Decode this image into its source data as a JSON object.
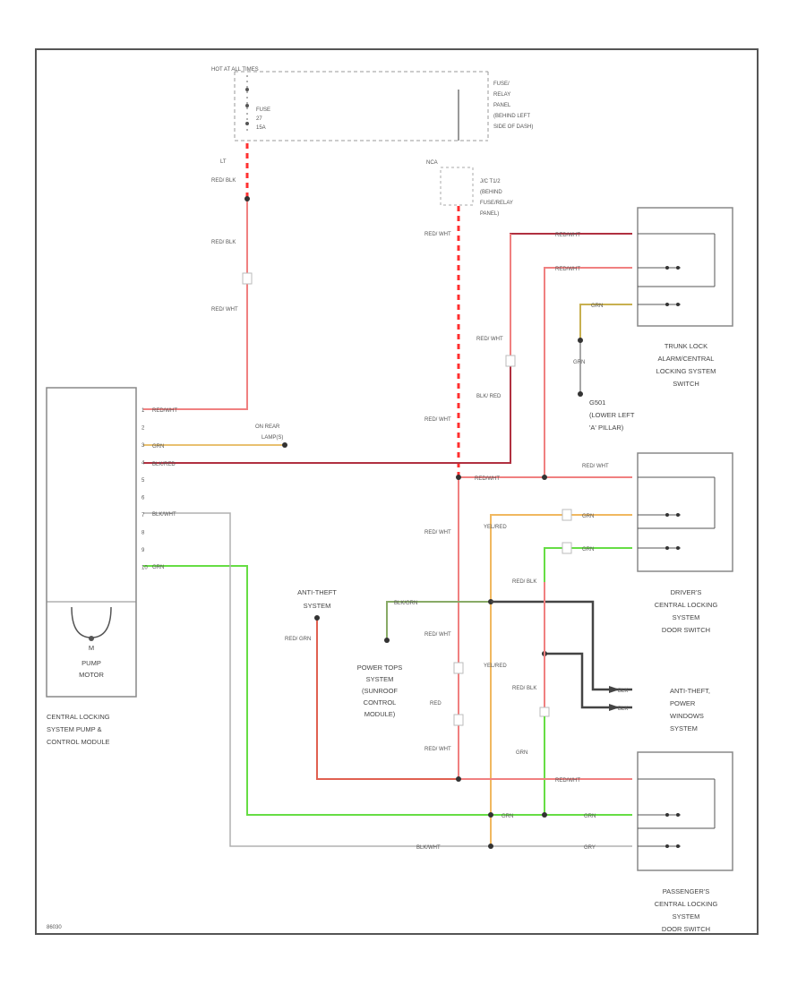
{
  "header": {
    "hot_label": "HOT AT ALL TIMES",
    "fuse_label_lines": [
      "FUSE",
      "27",
      "15A"
    ],
    "fuse_panel_lines": [
      "FUSE/",
      "RELAY",
      "PANEL",
      "(BEHIND LEFT",
      "SIDE OF DASH)"
    ],
    "relay_label": "NCA",
    "relay_panel_lines": [
      "J/C T1/2",
      "(BEHIND",
      "FUSE/RELAY",
      "PANEL)"
    ]
  },
  "module": {
    "pins": [
      "1",
      "2",
      "3",
      "4",
      "5",
      "6",
      "7",
      "8",
      "9",
      "10"
    ],
    "pump_label": "M",
    "pump_text_lines": [
      "PUMP",
      "MOTOR"
    ],
    "name_lines": [
      "CENTRAL LOCKING",
      "SYSTEM PUMP &",
      "CONTROL MODULE"
    ]
  },
  "wires": {
    "w_lt": "LT",
    "w_redblk_1": "RED/\nBLK",
    "w_redblk_2": "RED/\nBLK",
    "w_redwht_left": "RED/\nWHT",
    "w_pin1": "RED/WHT",
    "w_pin3": "GRN",
    "w_pin4": "BLK/RED",
    "w_pin7": "BLK/WHT",
    "w_pin10": "GRN",
    "w_redwht_c1": "RED/\nWHT",
    "w_redwht_c2": "RED/\nWHT",
    "w_redwht_c3": "RED/\nWHT",
    "w_redwht_c4": "RED/\nWHT",
    "w_red_c": "RED",
    "w_redwht_c5": "RED/\nWHT",
    "w_redwht_v": "RED/\nWHT",
    "w_blkred_v": "BLK/\nRED",
    "w_trunk_top": "RED/WHT",
    "w_trunk_mid": "RED/WHT",
    "w_trunk_grn": "GRN",
    "w_grn_v": "GRN",
    "w_drv_top": "RED/WHT",
    "w_drv_redwht": "RED/\nWHT",
    "w_drv_grn1": "GRN",
    "w_drv_grn2": "GRN",
    "w_yelred_1": "YEL/RED",
    "w_yelred_2": "YEL/RED",
    "w_blkgrn": "BLK/GRN",
    "w_redblk_r1": "RED/\nBLK",
    "w_redblk_r2": "RED/\nBLK",
    "w_grn_r": "GRN",
    "w_redgrn": "RED/\nGRN",
    "w_blk_1": "BLK",
    "w_blk_2": "BLK",
    "w_pass_redwht": "RED/WHT",
    "w_pass_grn1": "GRN",
    "w_pass_grn2": "GRN",
    "w_pass_blkwht": "BLK/WHT",
    "w_pass_gry": "GRY"
  },
  "labels": {
    "rear_lamp_lines": [
      "ON REAR",
      "LAMP(S)"
    ],
    "anti_theft_lines": [
      "ANTI-THEFT",
      "SYSTEM"
    ],
    "power_tops_lines": [
      "POWER TOPS",
      "SYSTEM",
      "(SUNROOF",
      "CONTROL",
      "MODULE)"
    ],
    "g_label_lines": [
      "G501",
      "(LOWER LEFT",
      "'A' PILLAR)"
    ],
    "anti_theft_power_lines": [
      "ANTI-THEFT,",
      "POWER",
      "WINDOWS",
      "SYSTEM"
    ]
  },
  "switches": {
    "trunk_lines": [
      "TRUNK LOCK",
      "ALARM/CENTRAL",
      "LOCKING SYSTEM",
      "SWITCH"
    ],
    "driver_lines": [
      "DRIVER'S",
      "CENTRAL LOCKING",
      "SYSTEM",
      "DOOR SWITCH"
    ],
    "passenger_lines": [
      "PASSENGER'S",
      "CENTRAL LOCKING",
      "SYSTEM",
      "DOOR SWITCH"
    ]
  },
  "footer": {
    "code": "86030"
  },
  "colors": {
    "red": "#f08080",
    "red_dash": "#ff3030",
    "green": "#66dd44",
    "yellow": "#f0c060",
    "gray": "#b0b0b0",
    "dark": "#555555",
    "border": "#555555"
  }
}
